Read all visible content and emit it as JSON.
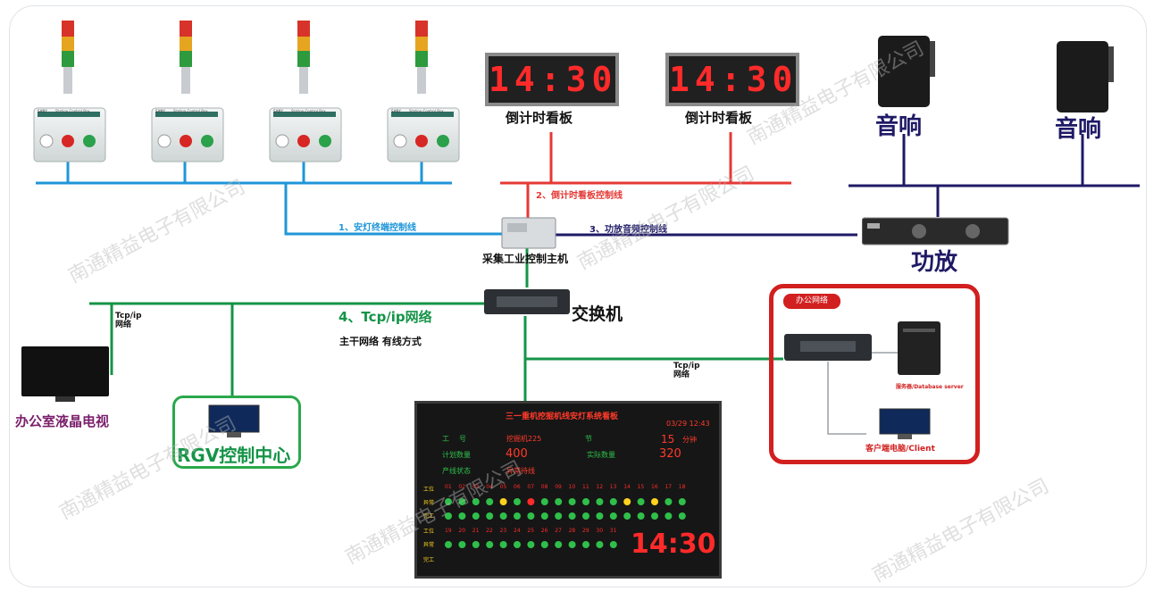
{
  "labels": {
    "countdown_board": "倒计时看板",
    "speaker": "音响",
    "amplifier": "功放",
    "industrial_host": "采集工业控制主机",
    "switch": "交换机",
    "line1": "1、安灯终端控制线",
    "line2": "2、倒计时看板控制线",
    "line3": "3、功放音频控制线",
    "line4": "4、Tcp/ip网络",
    "backbone": "主干网络 有线方式",
    "tcpip_left": "Tcp/ip\n网络",
    "tcpip_right": "Tcp/ip\n网络",
    "office_lcd": "办公室液晶电视",
    "rgv_center_prefix": "RGV",
    "rgv_center_suffix": "控制中心",
    "office_network": "办公网络",
    "server": "服务器/Database server",
    "client": "客户端电脑/Client"
  },
  "clock": {
    "display": "14:30"
  },
  "andon_box": {
    "brand": "SANY",
    "title": "Station Control Box"
  },
  "andon_board": {
    "title": "三一重机挖掘机线安灯系统看板",
    "datetime": "03/29 12:43",
    "rows": [
      {
        "label_a": "工",
        "value_a": "号",
        "label_b": "节",
        "value_b": "15",
        "unit_b": "分钟"
      },
      {
        "label_a": "计划数量",
        "value_a": "400",
        "label_b": "实际数量",
        "value_b": "320",
        "unit_b": ""
      }
    ],
    "wire_value": "挖掘机225",
    "line_status_label": "产线状态",
    "abnormal_label": "异常待线",
    "row_labels": [
      "工位",
      "异常",
      "完工",
      "工位",
      "异常",
      "完工"
    ],
    "stations_top": [
      "01",
      "02",
      "03",
      "04",
      "05",
      "06",
      "07",
      "08",
      "09",
      "10",
      "11",
      "12",
      "13",
      "14",
      "15",
      "16",
      "17",
      "18"
    ],
    "stations_bottom": [
      "19",
      "20",
      "21",
      "22",
      "23",
      "24",
      "25",
      "26",
      "27",
      "28",
      "29",
      "30",
      "31"
    ],
    "abnormal_top": [
      "g",
      "g",
      "g",
      "g",
      "y",
      "g",
      "r",
      "g",
      "g",
      "g",
      "g",
      "g",
      "g",
      "y",
      "g",
      "y",
      "g",
      "g"
    ],
    "done_top": [
      "g",
      "g",
      "g",
      "g",
      "g",
      "g",
      "g",
      "g",
      "g",
      "g",
      "g",
      "g",
      "g",
      "g",
      "g",
      "g",
      "g",
      "g"
    ],
    "abnormal_bottom": [
      "g",
      "g",
      "g",
      "g",
      "g",
      "g",
      "g",
      "g",
      "g",
      "g",
      "g",
      "g",
      "g"
    ],
    "countdown": "14:30"
  },
  "watermark": "南通精益电子有限公司",
  "colors": {
    "blue_line": "#1f96d8",
    "red_line": "#e53935",
    "navy_line": "#1f1a66",
    "green_line": "#149447",
    "office_red": "#d21f1f",
    "lcd_purple": "#7a1f6b"
  }
}
